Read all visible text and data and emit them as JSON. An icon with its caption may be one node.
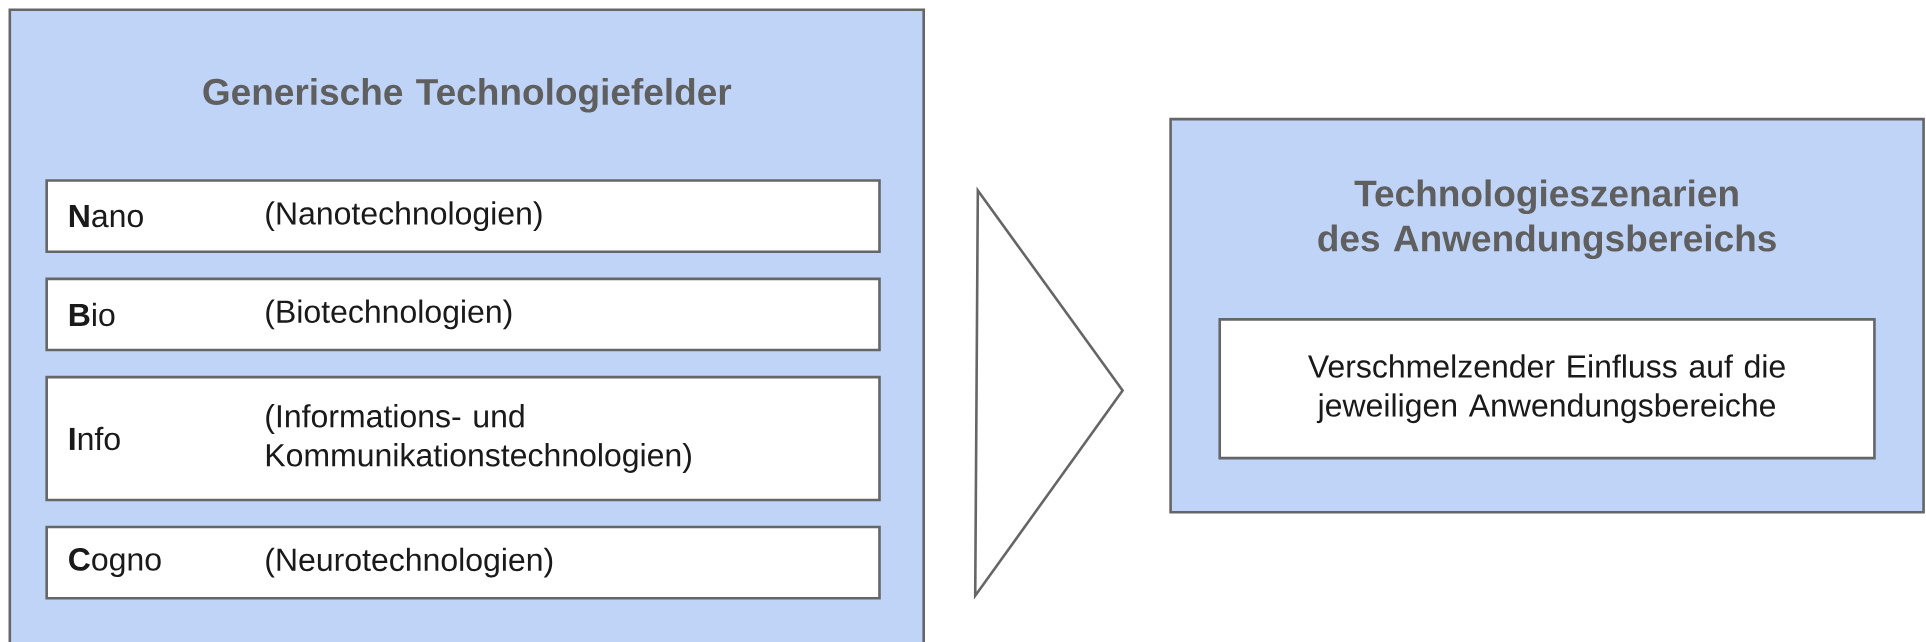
{
  "diagram": {
    "nodes": [
      {
        "text": [
          "Generische Technologiefelder"
        ]
      },
      {
        "text": [
          "**N**ano",
          "(Nanotechnologien)"
        ],
        "in": 0
      },
      {
        "text": [
          "**B**io",
          "(Biotechnologien)"
        ],
        "in": 0
      },
      {
        "text": [
          "**I**nfo",
          "(Informations- und Kommunikationstechnologien)"
        ],
        "in": 0
      },
      {
        "text": [
          "**C**ogno",
          "(Neurotechnologien)"
        ],
        "in": 0
      },
      {
        "text": [
          "Technologieszenarien des Anwendungsbereichs"
        ]
      },
      {
        "text": [
          "Verschmelzender Einfluss auf die jeweiligen Anwendungsbereiche"
        ],
        "in": 5
      }
    ],
    "edges": [
      {
        "from": 0,
        "to": 5,
        "arrow": "to"
      }
    ]
  }
}
